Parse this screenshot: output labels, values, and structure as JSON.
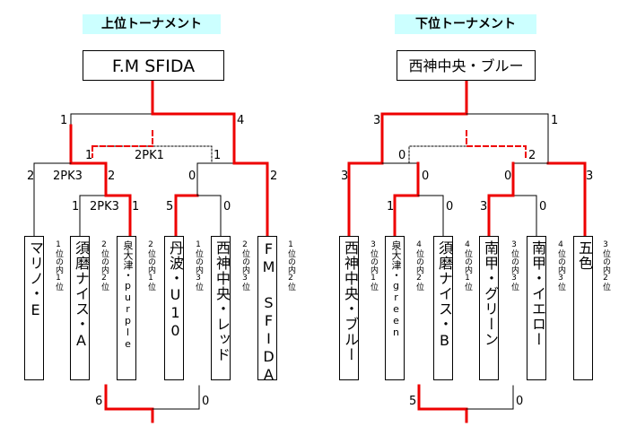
{
  "upper": {
    "title": "上位トーナメント",
    "champion": "F.M SFIDA",
    "teams": [
      {
        "name": "マリノ・E",
        "rank": "1位の内1位"
      },
      {
        "name": "須磨ナイス・A",
        "rank": "2位の内2位"
      },
      {
        "name": "泉大津・purple",
        "rank": "2位の内1位"
      },
      {
        "name": "丹波・U10",
        "rank": "1位の内3位"
      },
      {
        "name": "西神中央・レッド",
        "rank": "2位の内3位"
      },
      {
        "name": "FM SFIDA",
        "rank": "1位の内2位"
      }
    ],
    "scores": {
      "final_left": "1",
      "final_right": "4",
      "semi_left": "1",
      "semi_right": "1",
      "semi_pk": "2PK1",
      "q1_left": "2",
      "q1_right": "2",
      "q1_pk": "2PK3",
      "q2_left": "0",
      "q2_right": "2",
      "r1a_left": "1",
      "r1a_right": "1",
      "r1a_pk": "2PK3",
      "r1b_left": "5",
      "r1b_right": "0",
      "third_left": "6",
      "third_right": "0"
    }
  },
  "lower": {
    "title": "下位トーナメント",
    "champion": "西神中央・ブルー",
    "teams": [
      {
        "name": "西神中央・ブルー",
        "rank": "3位の内1位"
      },
      {
        "name": "泉大津・green",
        "rank": "4位の内2位"
      },
      {
        "name": "須磨ナイス・B",
        "rank": "4位の内1位"
      },
      {
        "name": "南甲・グリーン",
        "rank": "3位の内3位"
      },
      {
        "name": "南甲・イエロー",
        "rank": "4位の内3位"
      },
      {
        "name": "五色",
        "rank": "3位の内2位"
      }
    ],
    "scores": {
      "final_left": "3",
      "final_right": "1",
      "semi_left": "0",
      "semi_right": "2",
      "q1_left": "3",
      "q1_right": "0",
      "q2_left": "0",
      "q2_right": "3",
      "r1a_left": "1",
      "r1a_right": "0",
      "r1b_left": "3",
      "r1b_right": "0",
      "third_left": "5",
      "third_right": "0"
    }
  },
  "colors": {
    "win": "#ee0000",
    "line": "#000000",
    "header_bg": "#ccffff"
  }
}
